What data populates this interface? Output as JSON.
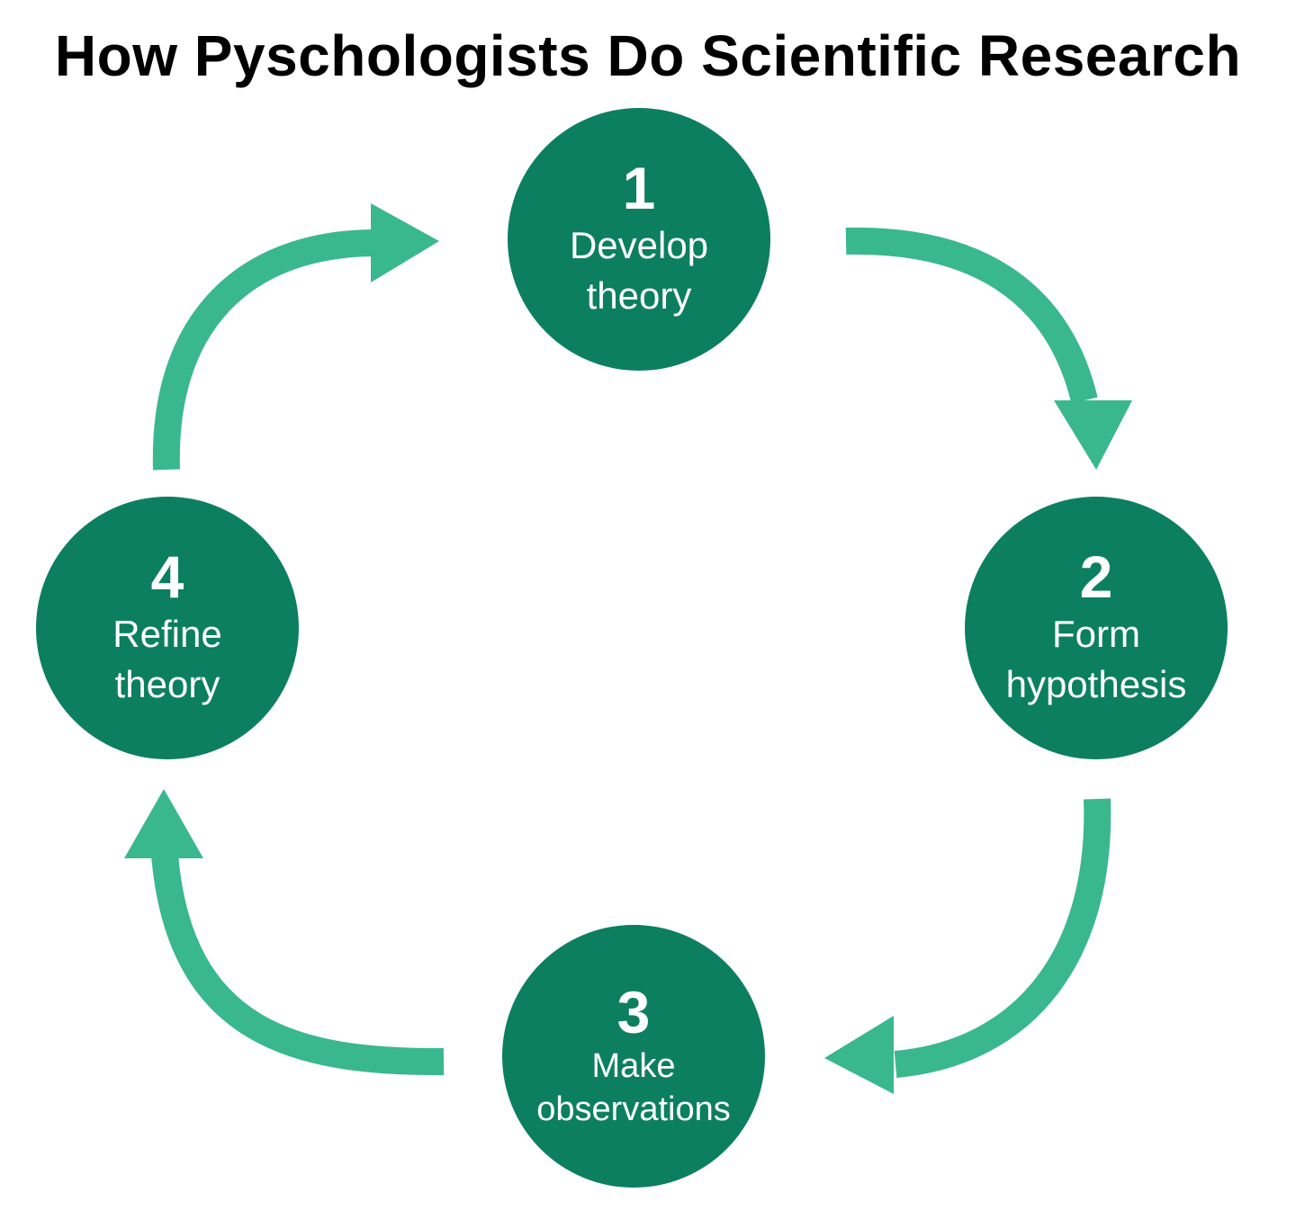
{
  "title": "How Pyschologists Do Scientific Research",
  "colors": {
    "circle": "#0c7f60",
    "arrow": "#3ab88d",
    "text_on_circle": "#ffffff",
    "title": "#000000"
  },
  "steps": [
    {
      "number": "1",
      "label_line1": "Develop",
      "label_line2": "theory"
    },
    {
      "number": "2",
      "label_line1": "Form",
      "label_line2": "hypothesis"
    },
    {
      "number": "3",
      "label_line1": "Make",
      "label_line2": "observations"
    },
    {
      "number": "4",
      "label_line1": "Refine",
      "label_line2": "theory"
    }
  ],
  "flow": [
    {
      "from": "1",
      "to": "2"
    },
    {
      "from": "2",
      "to": "3"
    },
    {
      "from": "3",
      "to": "4"
    },
    {
      "from": "4",
      "to": "1"
    }
  ]
}
